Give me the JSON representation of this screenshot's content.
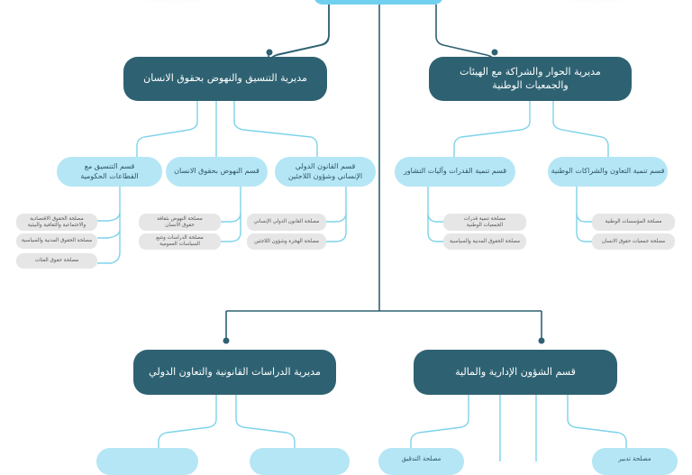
{
  "colors": {
    "dark": "#2e6272",
    "light": "#b5e6f5",
    "leaf": "#e6e6e6",
    "root": "#6fd0f0",
    "line": "#7dd3ea"
  },
  "directorates": {
    "coordination": "مديرية التنسيق والنهوض بحقوق الانسان",
    "dialogue": "مديرية الحوار والشراكة مع الهيئات والجمعيات الوطنية",
    "studies": "مديرية الدراسات القانونية والتعاون الدولي",
    "admin": "قسم الشؤون الإدارية والمالية"
  },
  "sections": {
    "gov": "قسم التنسيق مع القطاعات الحكومية",
    "promotion": "قسم النهوض بحقوق الانسان",
    "ihl": "قسم القانون الدولي الإنساني وشؤون اللاجئين",
    "capacity": "قسم تنمية القدرات وآليات التشاور",
    "cooperation": "قسم تنمية التعاون والشراكات الوطنية"
  },
  "services": {
    "gov": [
      "مصلحة الحقوق الاقتصادية والاجتماعية والثقافية والبيئية",
      "مصلحة الحقوق المدنية والسياسية",
      "مصلحة حقوق الفئات"
    ],
    "promotion": [
      "مصلحة النهوض بثقافة حقوق الانسان",
      "مصلحة الدراسات وتتبع السياسات العمومية"
    ],
    "ihl": [
      "مصلحة القانون الدولي الإنساني",
      "مصلحة الهجرة وشؤون اللاجئين"
    ],
    "capacity": [
      "مصلحة تنمية قدرات الجمعيات الوطنية",
      "مصلحة الحقوق المدنية والسياسية"
    ],
    "cooperation": [
      "مصلحة المؤسسات الوطنية",
      "مصلحة جمعيات حقوق الانسان"
    ]
  },
  "bottom": [
    "مصلحة التدقيق",
    "مصلحة تدبير"
  ]
}
